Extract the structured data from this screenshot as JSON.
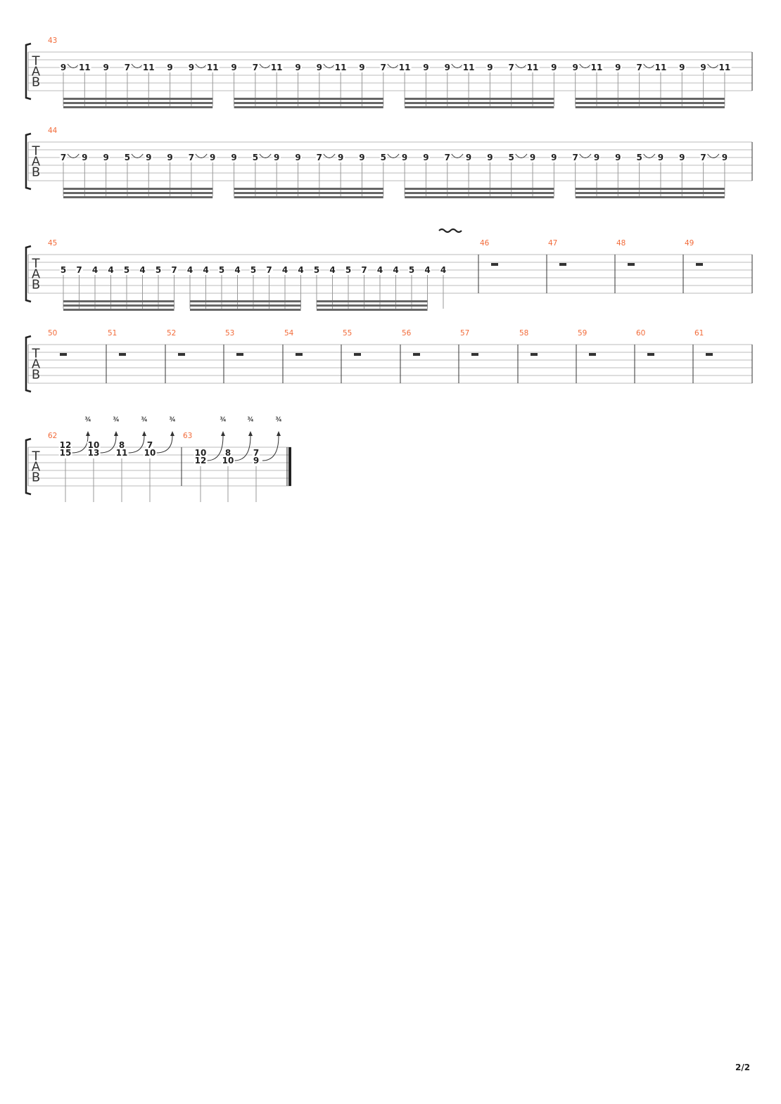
{
  "page_number": "2/2",
  "tab_clef": [
    "T",
    "A",
    "B"
  ],
  "colors": {
    "measure_number": "#f26b3a",
    "staff_line": "#bbbbbb",
    "barline": "#333333"
  },
  "systems": [
    {
      "measures": [
        {
          "number": "43",
          "string": 3,
          "frets": [
            "9",
            "11",
            "9",
            "7",
            "11",
            "9",
            "9",
            "11",
            "9",
            "7",
            "11",
            "9",
            "9",
            "11",
            "9",
            "7",
            "11",
            "9",
            "9",
            "11",
            "9",
            "7",
            "11",
            "9",
            "9",
            "11",
            "9",
            "7",
            "11",
            "9",
            "9",
            "11"
          ],
          "slurs": [
            [
              0,
              1
            ],
            [
              3,
              4
            ],
            [
              6,
              7
            ],
            [
              9,
              10
            ],
            [
              12,
              13
            ],
            [
              15,
              16
            ],
            [
              18,
              19
            ],
            [
              21,
              22
            ],
            [
              24,
              25
            ],
            [
              27,
              28
            ],
            [
              30,
              31
            ]
          ]
        }
      ]
    },
    {
      "measures": [
        {
          "number": "44",
          "string": 3,
          "frets": [
            "7",
            "9",
            "9",
            "5",
            "9",
            "9",
            "7",
            "9",
            "9",
            "5",
            "9",
            "9",
            "7",
            "9",
            "9",
            "5",
            "9",
            "9",
            "7",
            "9",
            "9",
            "5",
            "9",
            "9",
            "7",
            "9",
            "9",
            "5",
            "9",
            "9",
            "7",
            "9"
          ],
          "slurs": [
            [
              0,
              1
            ],
            [
              3,
              4
            ],
            [
              6,
              7
            ],
            [
              9,
              10
            ],
            [
              12,
              13
            ],
            [
              15,
              16
            ],
            [
              18,
              19
            ],
            [
              21,
              22
            ],
            [
              24,
              25
            ],
            [
              27,
              28
            ],
            [
              30,
              31
            ]
          ]
        }
      ]
    },
    {
      "measures": [
        {
          "number": "45",
          "string": 3,
          "vibrato_last": true,
          "frets": [
            "5",
            "7",
            "4",
            "4",
            "5",
            "4",
            "5",
            "7",
            "4",
            "4",
            "5",
            "4",
            "5",
            "7",
            "4",
            "4",
            "5",
            "4",
            "5",
            "7",
            "4",
            "4",
            "5",
            "4",
            "4"
          ]
        },
        {
          "number": "46",
          "rest": true
        },
        {
          "number": "47",
          "rest": true
        },
        {
          "number": "48",
          "rest": true
        },
        {
          "number": "49",
          "rest": true
        }
      ]
    },
    {
      "measures": [
        {
          "number": "50",
          "rest": true
        },
        {
          "number": "51",
          "rest": true
        },
        {
          "number": "52",
          "rest": true
        },
        {
          "number": "53",
          "rest": true
        },
        {
          "number": "54",
          "rest": true
        },
        {
          "number": "55",
          "rest": true
        },
        {
          "number": "56",
          "rest": true
        },
        {
          "number": "57",
          "rest": true
        },
        {
          "number": "58",
          "rest": true
        },
        {
          "number": "59",
          "rest": true
        },
        {
          "number": "60",
          "rest": true
        },
        {
          "number": "61",
          "rest": true
        }
      ]
    },
    {
      "measures": [
        {
          "number": "62",
          "chords": [
            {
              "notes": [
                {
                  "fret": "12",
                  "string": 1
                },
                {
                  "fret": "15",
                  "string": 2
                }
              ],
              "bend": "¾"
            },
            {
              "notes": [
                {
                  "fret": "10",
                  "string": 1
                },
                {
                  "fret": "13",
                  "string": 2
                }
              ],
              "bend": "¾"
            },
            {
              "notes": [
                {
                  "fret": "8",
                  "string": 1
                },
                {
                  "fret": "11",
                  "string": 2
                }
              ],
              "bend": "¾"
            },
            {
              "notes": [
                {
                  "fret": "7",
                  "string": 1
                },
                {
                  "fret": "10",
                  "string": 2
                }
              ],
              "bend": "¾"
            }
          ]
        },
        {
          "number": "63",
          "final": true,
          "chords": [
            {
              "notes": [
                {
                  "fret": "10",
                  "string": 2
                },
                {
                  "fret": "12",
                  "string": 3
                }
              ],
              "bend": "¾"
            },
            {
              "notes": [
                {
                  "fret": "8",
                  "string": 2
                },
                {
                  "fret": "10",
                  "string": 3
                }
              ],
              "bend": "¾"
            },
            {
              "notes": [
                {
                  "fret": "7",
                  "string": 2
                },
                {
                  "fret": "9",
                  "string": 3
                }
              ],
              "bend": "¾"
            }
          ]
        }
      ]
    }
  ]
}
